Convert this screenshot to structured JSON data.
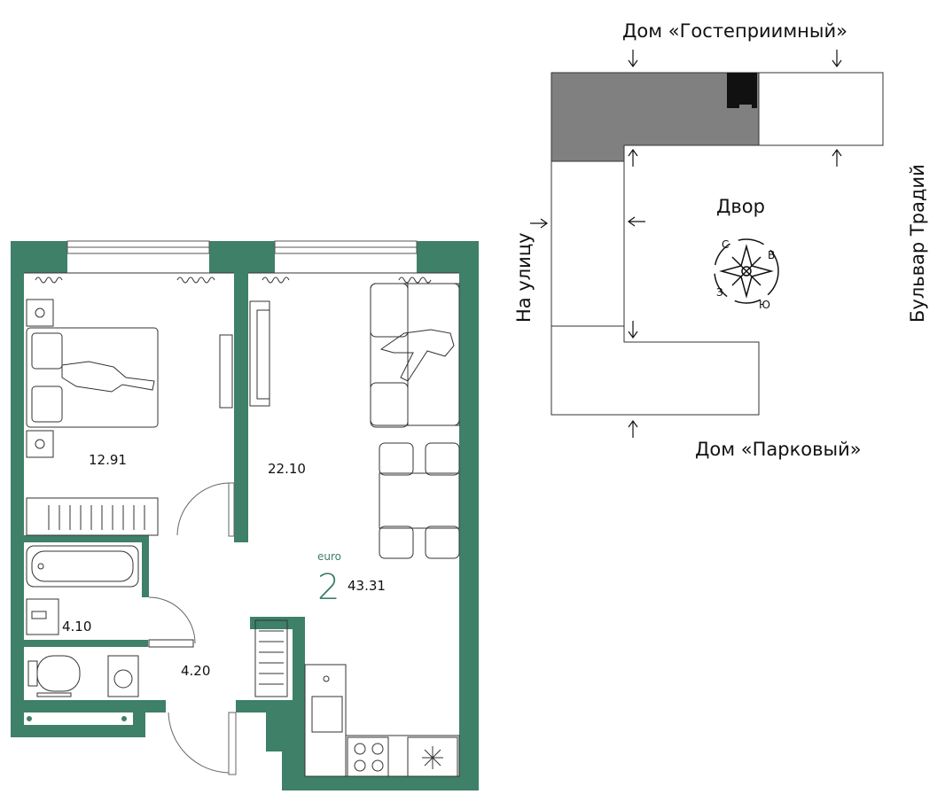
{
  "colors": {
    "wall": "#3e8068",
    "accent": "#3e8068",
    "building_current": "#808080",
    "ink": "#111111"
  },
  "plan": {
    "rooms": [
      {
        "id": "bedroom",
        "area": "12.91"
      },
      {
        "id": "living-kitchen",
        "area": "22.10"
      },
      {
        "id": "bathroom",
        "area": "4.10"
      },
      {
        "id": "hallway",
        "area": "4.20"
      }
    ],
    "layout_type_label": "euro",
    "rooms_count": "2",
    "total_area": "43.31"
  },
  "site": {
    "north_building": "Дом «Гостеприимный»",
    "south_building": "Дом «Парковый»",
    "west_street": "На улицу",
    "east_street": "Бульвар Традий",
    "courtyard": "Двор",
    "compass": {
      "n": "С",
      "e": "В",
      "s": "Ю",
      "w": "З"
    }
  }
}
